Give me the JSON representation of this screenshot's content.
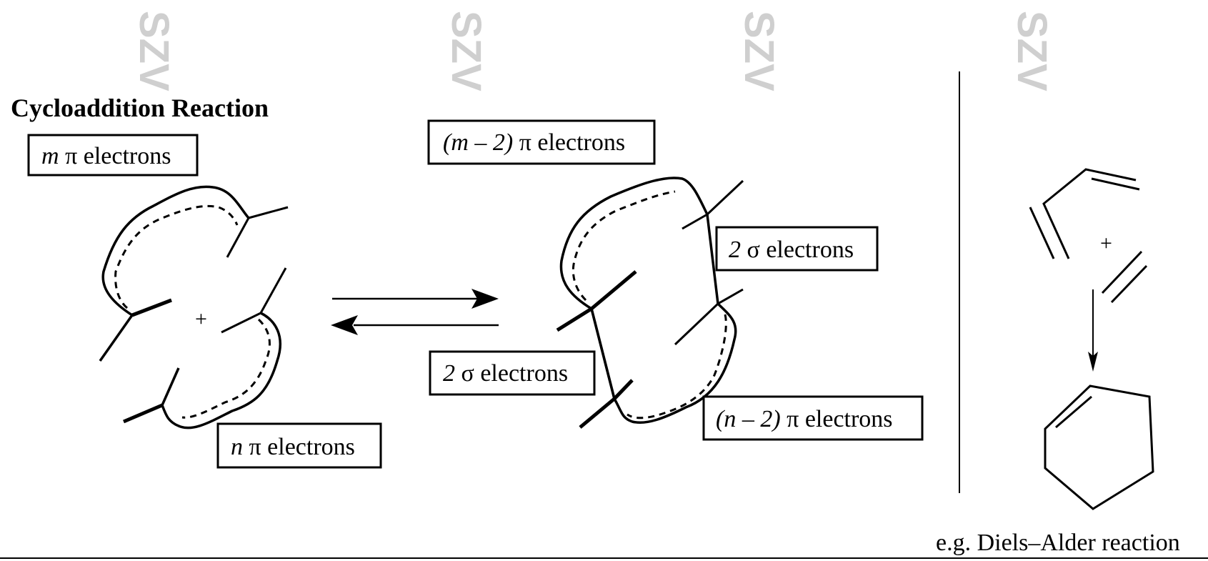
{
  "watermark": "SZV",
  "title": "Cycloaddition Reaction",
  "labels": {
    "m_pi": {
      "var": "m",
      "rest": " π electrons"
    },
    "n_pi": {
      "var": "n",
      "rest": " π electrons"
    },
    "m2_pi": {
      "var": "(m – 2)",
      "rest": " π electrons"
    },
    "n2_pi": {
      "var": "(n – 2)",
      "rest": " π electrons"
    },
    "sigma_right": {
      "var": "2",
      "rest": " σ electrons"
    },
    "sigma_bottom": {
      "var": "2",
      "rest": " σ electrons"
    }
  },
  "plus_left": "+",
  "plus_right": "+",
  "example_caption": "e.g. Diels–Alder reaction"
}
